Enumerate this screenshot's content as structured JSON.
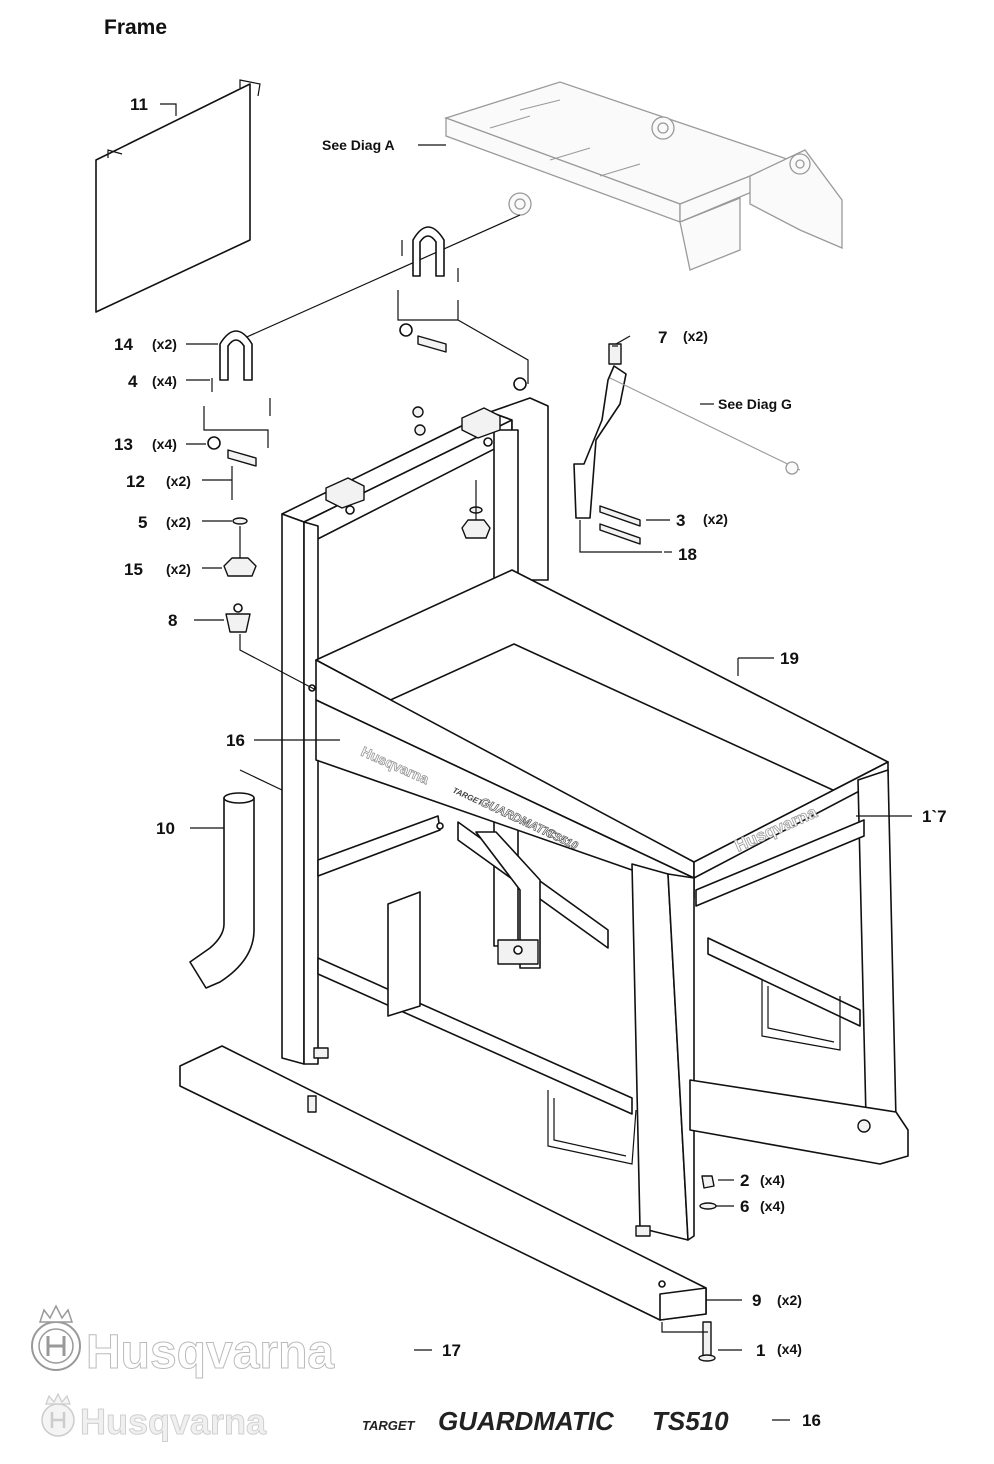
{
  "title": "Frame",
  "callouts": [
    {
      "id": "c11",
      "number": "11",
      "qty": ""
    },
    {
      "id": "cdiaga",
      "number": "",
      "qty": "",
      "ref": "See Diag A"
    },
    {
      "id": "c14",
      "number": "14",
      "qty": "(x2)"
    },
    {
      "id": "c4",
      "number": "4",
      "qty": "(x4)"
    },
    {
      "id": "c13",
      "number": "13",
      "qty": "(x4)"
    },
    {
      "id": "c12",
      "number": "12",
      "qty": "(x2)"
    },
    {
      "id": "c5",
      "number": "5",
      "qty": "(x2)"
    },
    {
      "id": "c15",
      "number": "15",
      "qty": "(x2)"
    },
    {
      "id": "c8",
      "number": "8",
      "qty": ""
    },
    {
      "id": "c7",
      "number": "7",
      "qty": "(x2)"
    },
    {
      "id": "cdiagg",
      "number": "",
      "qty": "",
      "ref": "See Diag G"
    },
    {
      "id": "c3",
      "number": "3",
      "qty": "(x2)"
    },
    {
      "id": "c18",
      "number": "18",
      "qty": ""
    },
    {
      "id": "c19",
      "number": "19",
      "qty": ""
    },
    {
      "id": "c16a",
      "number": "16",
      "qty": ""
    },
    {
      "id": "c10",
      "number": "10",
      "qty": ""
    },
    {
      "id": "c17a",
      "number": "1`7",
      "qty": ""
    },
    {
      "id": "c2",
      "number": "2",
      "qty": "(x4)"
    },
    {
      "id": "c6",
      "number": "6",
      "qty": "(x4)"
    },
    {
      "id": "c9",
      "number": "9",
      "qty": "(x2)"
    },
    {
      "id": "c1",
      "number": "1",
      "qty": "(x4)"
    },
    {
      "id": "c17b",
      "number": "17",
      "qty": ""
    },
    {
      "id": "c16b",
      "number": "16",
      "qty": ""
    }
  ],
  "decals": {
    "brand": "Husqvarna",
    "model_prefix": "TARGET",
    "model_name": "GUARDMATIC",
    "model_number": "TS510"
  },
  "icons": [
    "husqvarna-crown-logo"
  ],
  "colors": {
    "ink": "#111111",
    "ghost": "#9a9a9a",
    "watermark": "#bbbbbb"
  }
}
